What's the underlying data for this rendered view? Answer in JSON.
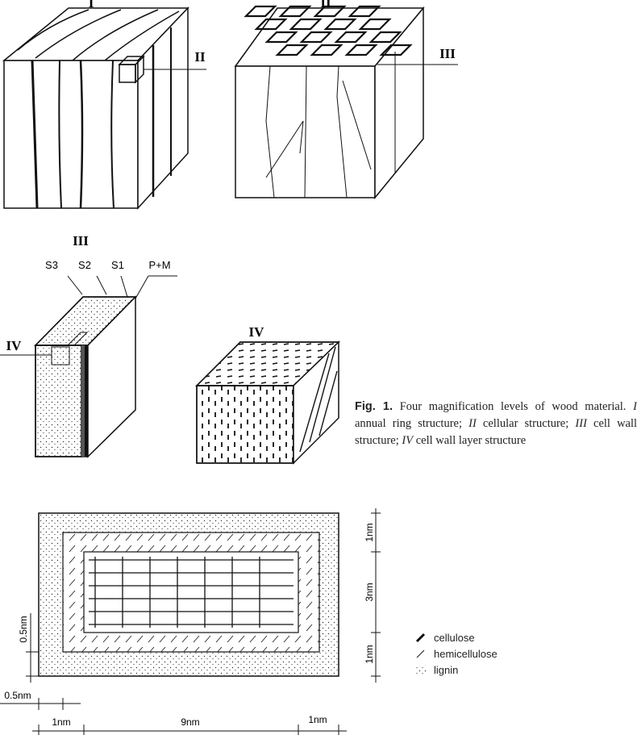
{
  "figure1": {
    "levels": {
      "I": "I",
      "II": "II",
      "III": "III",
      "IV": "IV"
    },
    "layers": {
      "s3": "S3",
      "s2": "S2",
      "s1": "S1",
      "pm": "P+M"
    },
    "caption": {
      "fig_no": "Fig. 1.",
      "text_a": "Four magnification levels of wood material.",
      "l1": "I",
      "t1": "annual ring structure;",
      "l2": "II",
      "t2": "cellular structure;",
      "l3": "III",
      "t3": "cell wall structure;",
      "l4": "IV",
      "t4": "cell wall layer structure"
    }
  },
  "figure2": {
    "dims": {
      "top_right": "1nm",
      "mid_right": "3nm",
      "bottom_right": "1nm",
      "left_vertical": "0.5nm",
      "left_horizontal": "0.5nm",
      "bottom_left": "1nm",
      "bottom_mid": "9nm",
      "bottom_right_h": "1nm"
    },
    "legend": {
      "cellulose": "cellulose",
      "hemicellulose": "hemicellulose",
      "lignin": "lignin"
    }
  }
}
